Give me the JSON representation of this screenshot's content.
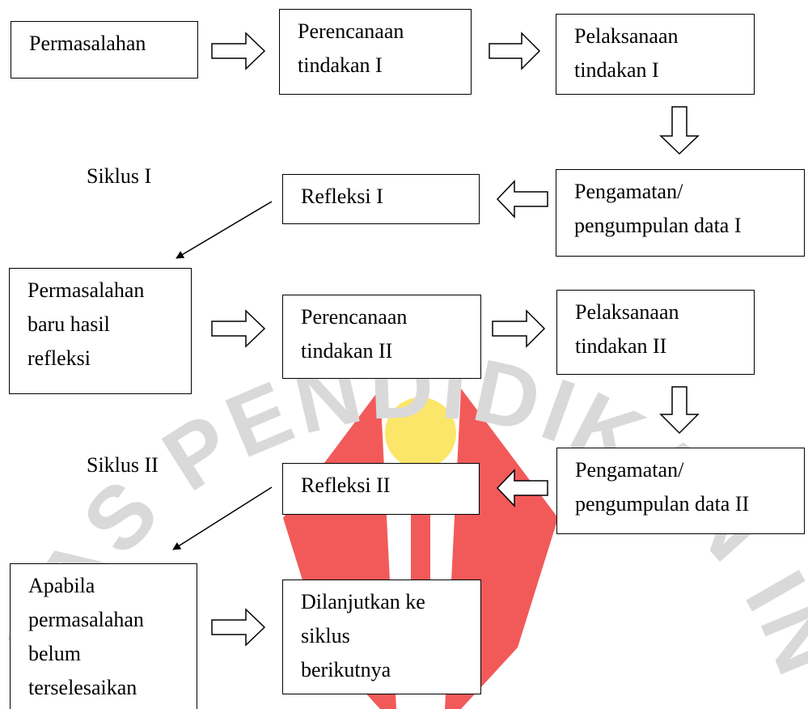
{
  "watermark": {
    "text": "UNIVERSITAS PENDIDIKAN INDONESIA",
    "text_color": "#d9d9d9",
    "logo_red": "#f25a5a",
    "logo_yellow": "#fbe66a"
  },
  "cycle1": {
    "label": "Siklus I",
    "problem": [
      "Permasalahan"
    ],
    "planning": [
      "Perencanaan",
      "tindakan I"
    ],
    "action": [
      "Pelaksanaan",
      "tindakan I"
    ],
    "observation": [
      "Pengamatan/",
      "pengumpulan data I"
    ],
    "reflection": [
      "Refleksi I"
    ]
  },
  "cycle2": {
    "label": "Siklus II",
    "problem": [
      "Permasalahan",
      "baru hasil",
      "refleksi"
    ],
    "planning": [
      "Perencanaan",
      "tindakan II"
    ],
    "action": [
      "Pelaksanaan",
      "tindakan II"
    ],
    "observation": [
      "Pengamatan/",
      "pengumpulan data II"
    ],
    "reflection": [
      "Refleksi II"
    ]
  },
  "final": {
    "condition": [
      "Apabila",
      "permasalahan",
      "belum",
      "terselesaikan"
    ],
    "next": [
      "Dilanjutkan ke",
      "siklus",
      "berikutnya"
    ]
  }
}
